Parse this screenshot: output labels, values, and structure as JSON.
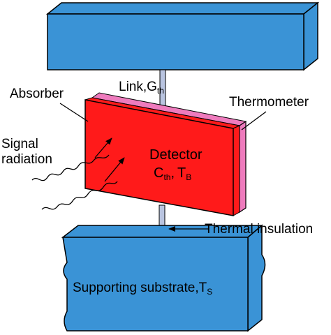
{
  "colors": {
    "substrate_fill": "#3a93d6",
    "absorber_fill": "#ff1a1a",
    "thermometer_fill": "#ee7bbd",
    "link_fill": "#b9c4e0",
    "outline": "#000000"
  },
  "labels": {
    "link": {
      "main": "Link,G",
      "sub": "th"
    },
    "absorber": "Absorber",
    "thermometer": "Thermometer",
    "signal_line1": "Signal",
    "signal_line2": "radiation",
    "detector": {
      "title": "Detector",
      "c_main": "C",
      "c_sub": "th",
      "sep": ",",
      "t_main": "T",
      "t_sub": "B"
    },
    "thermal_insulation": "Thermal insulation",
    "substrate": {
      "main": "Supporting substrate,T",
      "sub": "S"
    }
  },
  "icons": {
    "arrow": "arrow-icon",
    "wave": "wavy-signal-icon"
  }
}
